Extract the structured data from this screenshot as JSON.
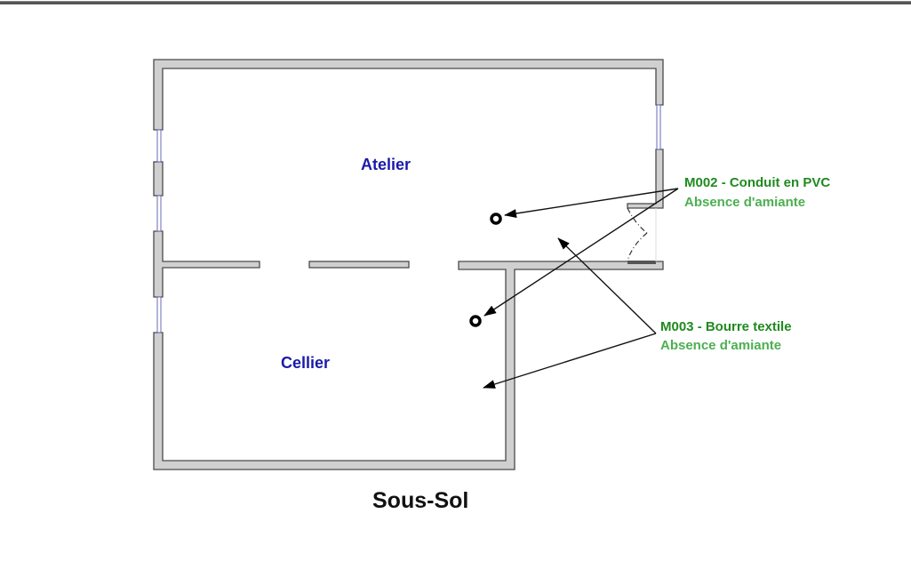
{
  "plan": {
    "title": "Sous-Sol",
    "rooms": [
      {
        "name": "Atelier"
      },
      {
        "name": "Cellier"
      }
    ],
    "annotations": [
      {
        "code_label": "M002 - Conduit en PVC",
        "result": "Absence d'amiante"
      },
      {
        "code_label": "M003 - Bourre textile",
        "result": "Absence d'amiante"
      }
    ],
    "colors": {
      "room_label": "#1a1aaa",
      "annotation_title": "#1f8a1f",
      "annotation_result": "#4caf50",
      "wall_fill": "#d0d0d0",
      "window": "#6a6ab8"
    }
  }
}
